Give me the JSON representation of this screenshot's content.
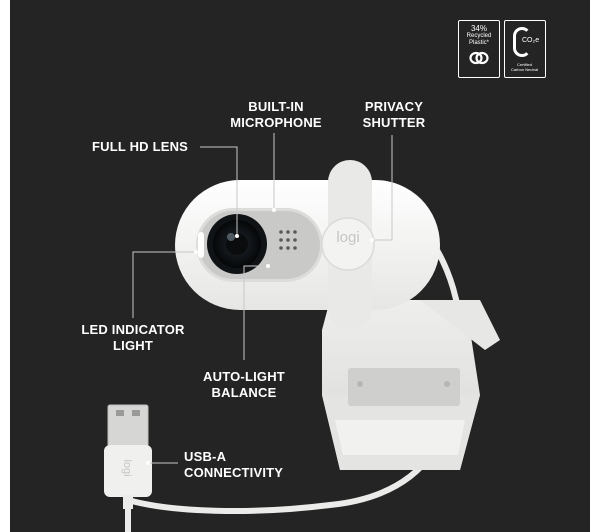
{
  "callouts": {
    "microphone": [
      "BUILT-IN",
      "MICROPHONE"
    ],
    "privacy": [
      "PRIVACY",
      "SHUTTER"
    ],
    "lens": "FULL HD LENS",
    "led": [
      "LED INDICATOR",
      "LIGHT"
    ],
    "autolight": [
      "AUTO-LIGHT",
      "BALANCE"
    ],
    "usb": [
      "USB-A",
      "CONNECTIVITY"
    ]
  },
  "badges": {
    "recycled": [
      "34%",
      "Recycled",
      "Plastic*"
    ],
    "carbon_symbol": "CO₂e",
    "carbon_caption": [
      "Certified",
      "Carbon Neutral"
    ]
  },
  "logos": {
    "brand": "logi"
  },
  "colors": {
    "background": "#242424",
    "label": "#ffffff",
    "leader_line": "#c8c8c8",
    "webcam_body": "#f2f2f0"
  }
}
